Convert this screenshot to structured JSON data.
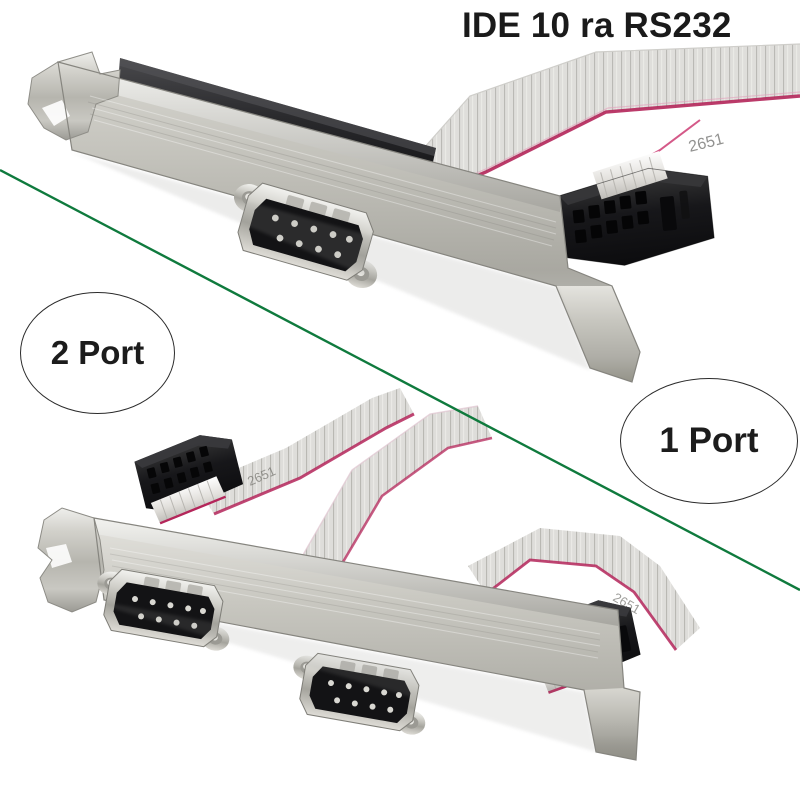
{
  "title": "IDE 10 ra RS232",
  "badges": [
    {
      "label": "2 Port"
    },
    {
      "label": "1 Port"
    }
  ],
  "cable_markings": {
    "upper": "2651",
    "lower_left": "2651",
    "lower_right": "2651"
  },
  "colors": {
    "background": "#ffffff",
    "divider_green": "#0f7a3d",
    "title_text": "#1a1a1a",
    "badge_outline": "#2b2b2b",
    "bracket_steel_light": "#dcdcd8",
    "bracket_steel_mid": "#b3b2ac",
    "bracket_steel_dark": "#8a8984",
    "connector_black": "#1b1b1b",
    "ribbon_grey": "#d9d9d6",
    "ribbon_stripe_red": "#b4265a"
  },
  "products": {
    "upper": {
      "name": "1-port DB9 serial bracket",
      "ports": 1,
      "idc_pins": 10
    },
    "lower": {
      "name": "2-port DB9 serial bracket",
      "ports": 2,
      "idc_pins": 10
    }
  }
}
